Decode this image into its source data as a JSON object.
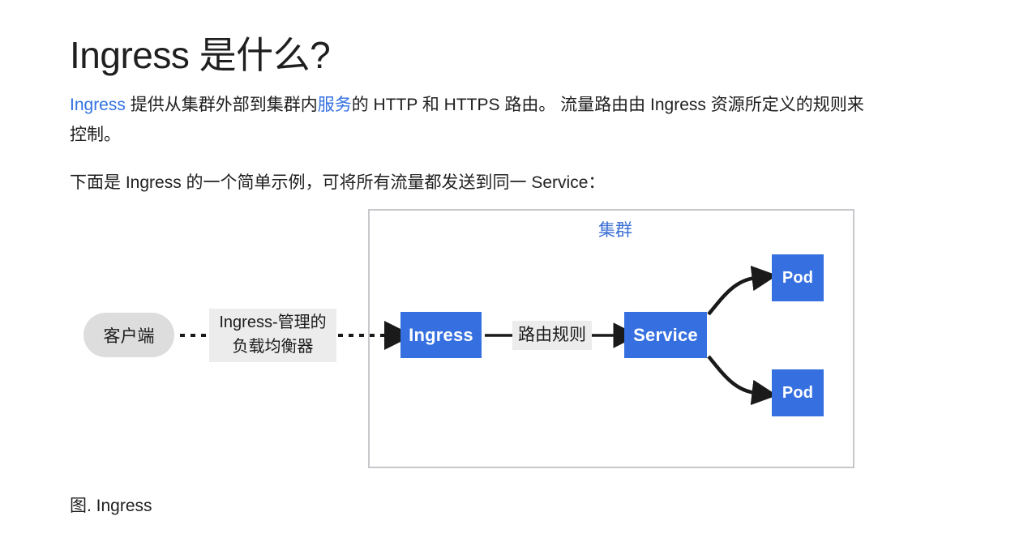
{
  "page": {
    "title": "Ingress 是什么?",
    "paragraphs": [
      {
        "parts": [
          {
            "text": "Ingress",
            "link": true
          },
          {
            "text": " 提供从集群外部到集群内",
            "link": false
          },
          {
            "text": "服务",
            "link": true
          },
          {
            "text": "的 HTTP 和 HTTPS 路由。 流量路由由 Ingress 资源所定义的规则来控制。",
            "link": false
          }
        ]
      },
      {
        "parts": [
          {
            "text": "下面是 Ingress 的一个简单示例，可将所有流量都发送到同一 Service：",
            "link": false
          }
        ]
      }
    ],
    "paragraph_1_a": "Ingress",
    "paragraph_1_b": " 提供从集群外部到集群内",
    "paragraph_1_c": "服务",
    "paragraph_1_d": "的 HTTP 和 HTTPS 路由。 流量路由由 Ingress 资源所定义的规则来控制。",
    "paragraph_2": "下面是 Ingress 的一个简单示例，可将所有流量都发送到同一 Service：",
    "caption": "图. Ingress"
  },
  "diagram": {
    "cluster_label": "集群",
    "client_label": "客户端",
    "load_balancer_label_line1": "Ingress-管理的",
    "load_balancer_label_line2": "负载均衡器",
    "ingress_label": "Ingress",
    "routing_rule_label": "路由规则",
    "service_label": "Service",
    "pod_1_label": "Pod",
    "pod_2_label": "Pod"
  },
  "colors": {
    "node_blue": "#3670e0",
    "link_blue": "#3371e3",
    "cluster_label_blue": "#3b6fd4",
    "client_gray": "#dddddd",
    "label_gray": "#ececec",
    "border_gray": "#c8c8cc",
    "text": "#202020"
  }
}
